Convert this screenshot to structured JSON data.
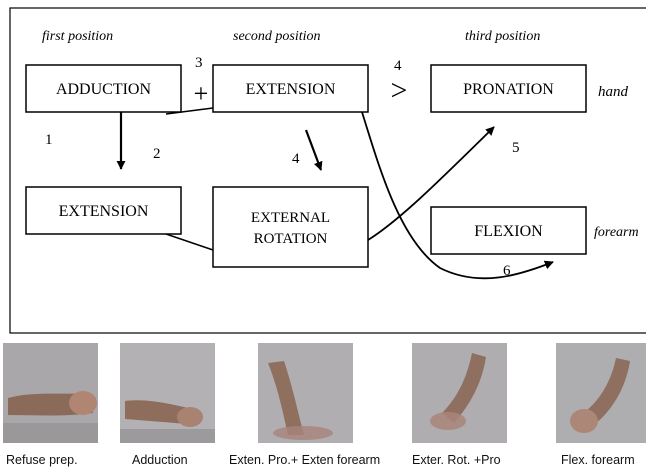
{
  "diagram": {
    "position_headers": [
      "first position",
      "second position",
      "third position"
    ],
    "boxes": {
      "adduction": "ADDUCTION",
      "extension_top": "EXTENSION",
      "pronation": "PRONATION",
      "extension_bottom": "EXTENSION",
      "external_rotation_line1": "EXTERNAL",
      "external_rotation_line2": "ROTATION",
      "flexion": "FLEXION"
    },
    "operators": {
      "plus": "+",
      "greater": ">"
    },
    "side_labels": {
      "hand": "hand",
      "forearm": "forearm"
    },
    "step_numbers": {
      "n1": "1",
      "n2": "2",
      "n3": "3",
      "n4_top": "4",
      "n4_mid": "4",
      "n5": "5",
      "n6": "6"
    }
  },
  "photos": [
    {
      "caption": "Refuse prep.",
      "scene": "arm-folded-icon"
    },
    {
      "caption": "Adduction",
      "scene": "arm-adducted-icon"
    },
    {
      "caption": "Exten. Pro.+ Exten forearm",
      "scene": "arm-extended-icon"
    },
    {
      "caption": "Exter. Rot. +Pro",
      "scene": "arm-rotated-icon"
    },
    {
      "caption": "Flex. forearm",
      "scene": "forearm-flexed-icon"
    }
  ]
}
